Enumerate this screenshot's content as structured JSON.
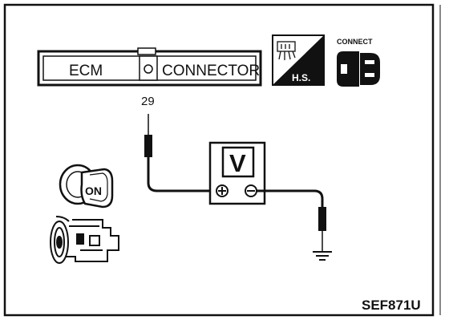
{
  "connector": {
    "ecm_label": "ECM",
    "connector_label": "CONNECTOR",
    "terminal": "29"
  },
  "harness_badge": {
    "label": "H.S."
  },
  "connect_badge": {
    "label": "CONNECT"
  },
  "voltmeter": {
    "symbol": "V"
  },
  "ignition": {
    "position_label": "ON"
  },
  "figure": {
    "code": "SEF871U"
  },
  "colors": {
    "ink": "#111111",
    "paper": "#ffffff"
  }
}
